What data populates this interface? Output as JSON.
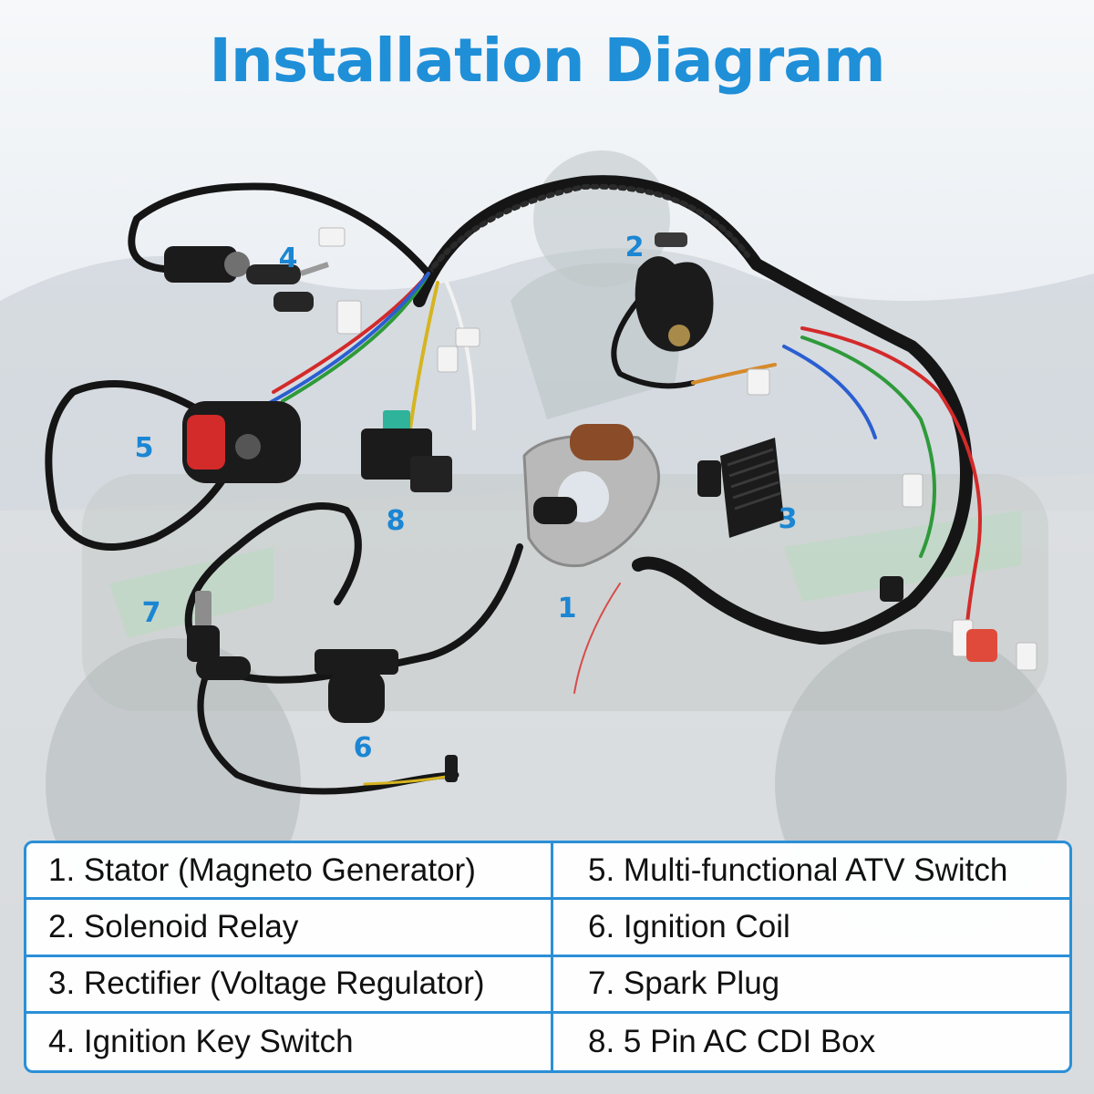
{
  "title": "Installation Diagram",
  "callouts": [
    {
      "id": "1",
      "label": "1"
    },
    {
      "id": "2",
      "label": "2"
    },
    {
      "id": "3",
      "label": "3"
    },
    {
      "id": "4",
      "label": "4"
    },
    {
      "id": "5",
      "label": "5"
    },
    {
      "id": "6",
      "label": "6"
    },
    {
      "id": "7",
      "label": "7"
    },
    {
      "id": "8",
      "label": "8"
    }
  ],
  "legend": {
    "items": [
      "1. Stator (Magneto Generator)",
      "2. Solenoid Relay",
      "3. Rectifier (Voltage Regulator)",
      "4. Ignition Key Switch",
      "5. Multi-functional ATV Switch",
      "6. Ignition Coil",
      "7. Spark Plug",
      "8. 5 Pin AC CDI Box"
    ]
  },
  "colors": {
    "accent": "#1f8fd8",
    "border": "#2b8fd6",
    "harness": "#151515",
    "background": "#dfe5ea"
  }
}
